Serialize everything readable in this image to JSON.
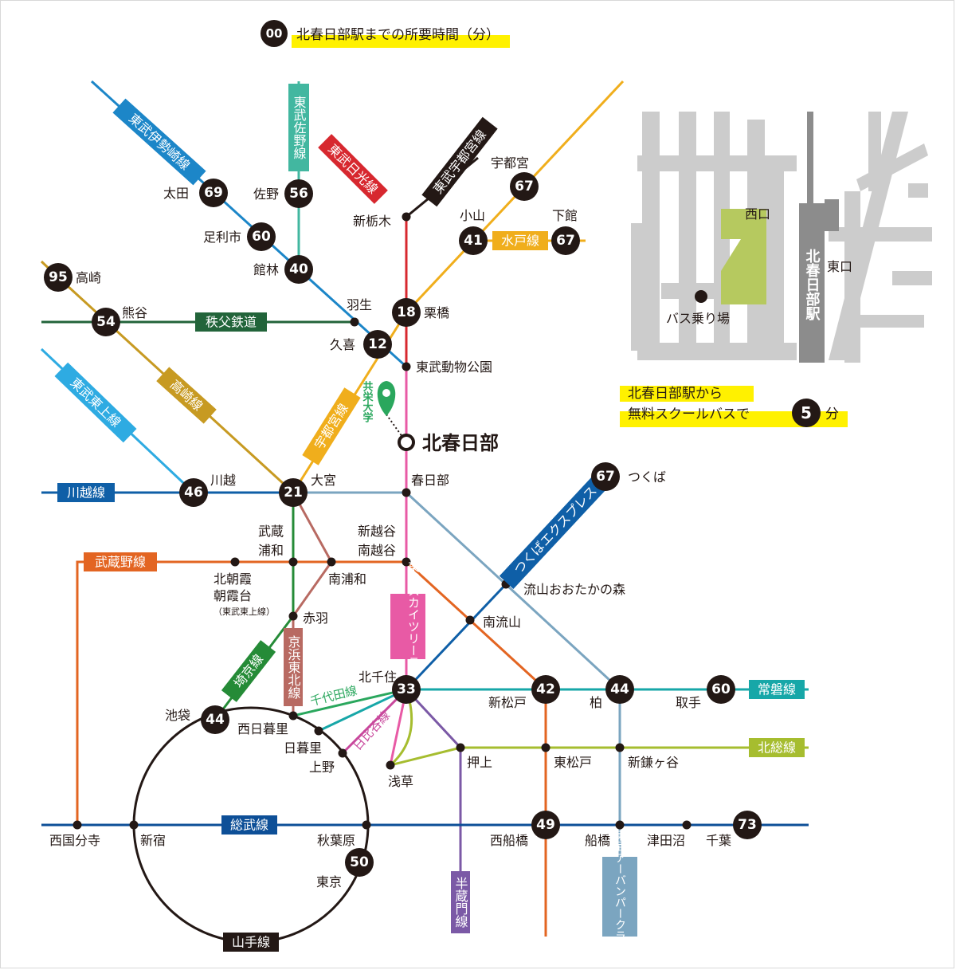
{
  "legend": {
    "sample": "00",
    "text": "北春日部駅までの所要時間（分）"
  },
  "home_station": "北春日部",
  "campus": "共栄大学",
  "inset": {
    "station": "北春日部駅",
    "west_exit": "西口",
    "east_exit": "東口",
    "bus_stop": "バス乗り場",
    "note_line1": "北春日部駅から",
    "note_line2_pre": "無料スクールバスで",
    "note_minutes": "5",
    "note_line2_post": "分"
  },
  "lines": {
    "isesaki": "東武伊勢崎線",
    "sano": "東武佐野線",
    "nikko": "東武日光線",
    "utsunomiya_tobu": "東武宇都宮線",
    "mito": "水戸線",
    "chichibu": "秩父鉄道",
    "takasaki": "高崎線",
    "tojo": "東武東上線",
    "utsunomiya": "宇都宮線",
    "kawagoe": "川越線",
    "tx": "つくばエクスプレス",
    "musashino": "武蔵野線",
    "skytree": "東武スカイツリーライン",
    "keihin": "京浜東北線",
    "saikyo": "埼京線",
    "chiyoda": "千代田線",
    "hibiya": "日比谷線",
    "joban": "常磐線",
    "hokuso": "北総線",
    "sobu": "総武線",
    "hanzomon": "半蔵門線",
    "urban": "東武アーバンパークライン",
    "yamanote": "山手線"
  },
  "colors": {
    "isesaki": "#1c86c8",
    "sano": "#42b7a0",
    "nikko": "#d7282f",
    "utsunomiya_tobu": "#231815",
    "utsunomiya": "#f0ae1c",
    "chichibu": "#22643a",
    "takasaki": "#c79a22",
    "tojo": "#2eabe2",
    "kawagoe": "#0f5fa7",
    "musashino": "#e36522",
    "skytree": "#e85aa5",
    "keihin": "#b86a62",
    "saikyo": "#258b37",
    "tx": "#0f5fa7",
    "urban": "#7ba5c0",
    "chiyoda": "#1aa65a",
    "hibiya": "#c8489c",
    "joban": "#17a7a8",
    "hokuso": "#a6bd2f",
    "sobu": "#0d4f97",
    "hanzomon": "#7b59a6",
    "yamanote": "#231815",
    "jr_green": "#2aa75d",
    "badge": "#231815",
    "highlight": "#fff100",
    "inset_grey": "#cccccc",
    "inset_green": "#b6c95f"
  },
  "stations": {
    "ota": {
      "name": "太田",
      "min": "69"
    },
    "sano": {
      "name": "佐野",
      "min": "56"
    },
    "ashikaga": {
      "name": "足利市",
      "min": "60"
    },
    "tatebayashi": {
      "name": "館林",
      "min": "40"
    },
    "shintochigi": {
      "name": "新栃木"
    },
    "utsunomiya": {
      "name": "宇都宮",
      "min": "67"
    },
    "oyama": {
      "name": "小山",
      "min": "41"
    },
    "shimodate": {
      "name": "下館",
      "min": "67"
    },
    "takasaki": {
      "name": "高崎",
      "min": "95"
    },
    "kumagaya": {
      "name": "熊谷",
      "min": "54"
    },
    "hanyu": {
      "name": "羽生"
    },
    "kurihashi": {
      "name": "栗橋",
      "min": "18"
    },
    "kuki": {
      "name": "久喜",
      "min": "12"
    },
    "zoo": {
      "name": "東武動物公園"
    },
    "kasukabe": {
      "name": "春日部"
    },
    "kawagoe": {
      "name": "川越",
      "min": "46"
    },
    "omiya": {
      "name": "大宮",
      "min": "21"
    },
    "tsukuba": {
      "name": "つくば",
      "min": "67"
    },
    "musashi_urawa_1": {
      "name": "武蔵"
    },
    "musashi_urawa_2": {
      "name": "浦和"
    },
    "shinkoshigaya_1": {
      "name": "新越谷"
    },
    "shinkoshigaya_2": {
      "name": "南越谷"
    },
    "kitaasaka_1": {
      "name": "北朝霞"
    },
    "kitaasaka_2": {
      "name": "朝霞台"
    },
    "kitaasaka_3": {
      "name": "（東武東上線）"
    },
    "minamiurawa": {
      "name": "南浦和"
    },
    "nagareyama_otaka": {
      "name": "流山おおたかの森"
    },
    "akabane": {
      "name": "赤羽"
    },
    "minaminagareyama": {
      "name": "南流山"
    },
    "kitasenju": {
      "name": "北千住",
      "min": "33"
    },
    "shinmatsudo": {
      "name": "新松戸",
      "min": "42"
    },
    "kashiwa": {
      "name": "柏",
      "min": "44"
    },
    "toride": {
      "name": "取手",
      "min": "60"
    },
    "ikebukuro": {
      "name": "池袋",
      "min": "44"
    },
    "nishinippori": {
      "name": "西日暮里"
    },
    "nippori": {
      "name": "日暮里"
    },
    "ueno": {
      "name": "上野"
    },
    "asakusa": {
      "name": "浅草"
    },
    "oshiage": {
      "name": "押上"
    },
    "higashimatsudo": {
      "name": "東松戸"
    },
    "shinkamagaya": {
      "name": "新鎌ヶ谷"
    },
    "nishikokubunji": {
      "name": "西国分寺"
    },
    "shinjuku": {
      "name": "新宿"
    },
    "akihabara": {
      "name": "秋葉原"
    },
    "tokyo": {
      "name": "東京",
      "min": "50"
    },
    "nishifunabashi": {
      "name": "西船橋",
      "min": "49"
    },
    "funabashi": {
      "name": "船橋"
    },
    "tsudanuma": {
      "name": "津田沼"
    },
    "chiba": {
      "name": "千葉",
      "min": "73"
    }
  }
}
